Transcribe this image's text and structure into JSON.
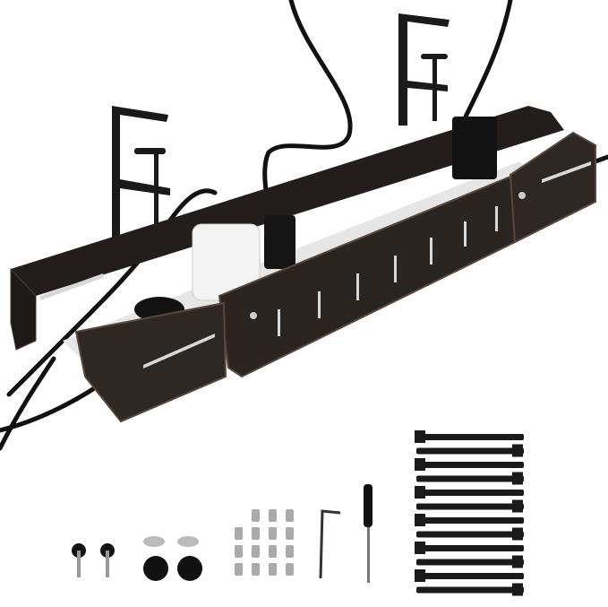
{
  "colors": {
    "background": "#ffffff",
    "tray": "#2a2420",
    "tray_edge": "#4a3a30",
    "power_strip": "#e8e8e8",
    "adapter": "#f2f2f2",
    "cable": "#111111",
    "strap": "#1a1a1a"
  },
  "accessories": {
    "knob_count": 2,
    "washer_count": 4,
    "screw_count": 15,
    "strap_count": 12
  }
}
